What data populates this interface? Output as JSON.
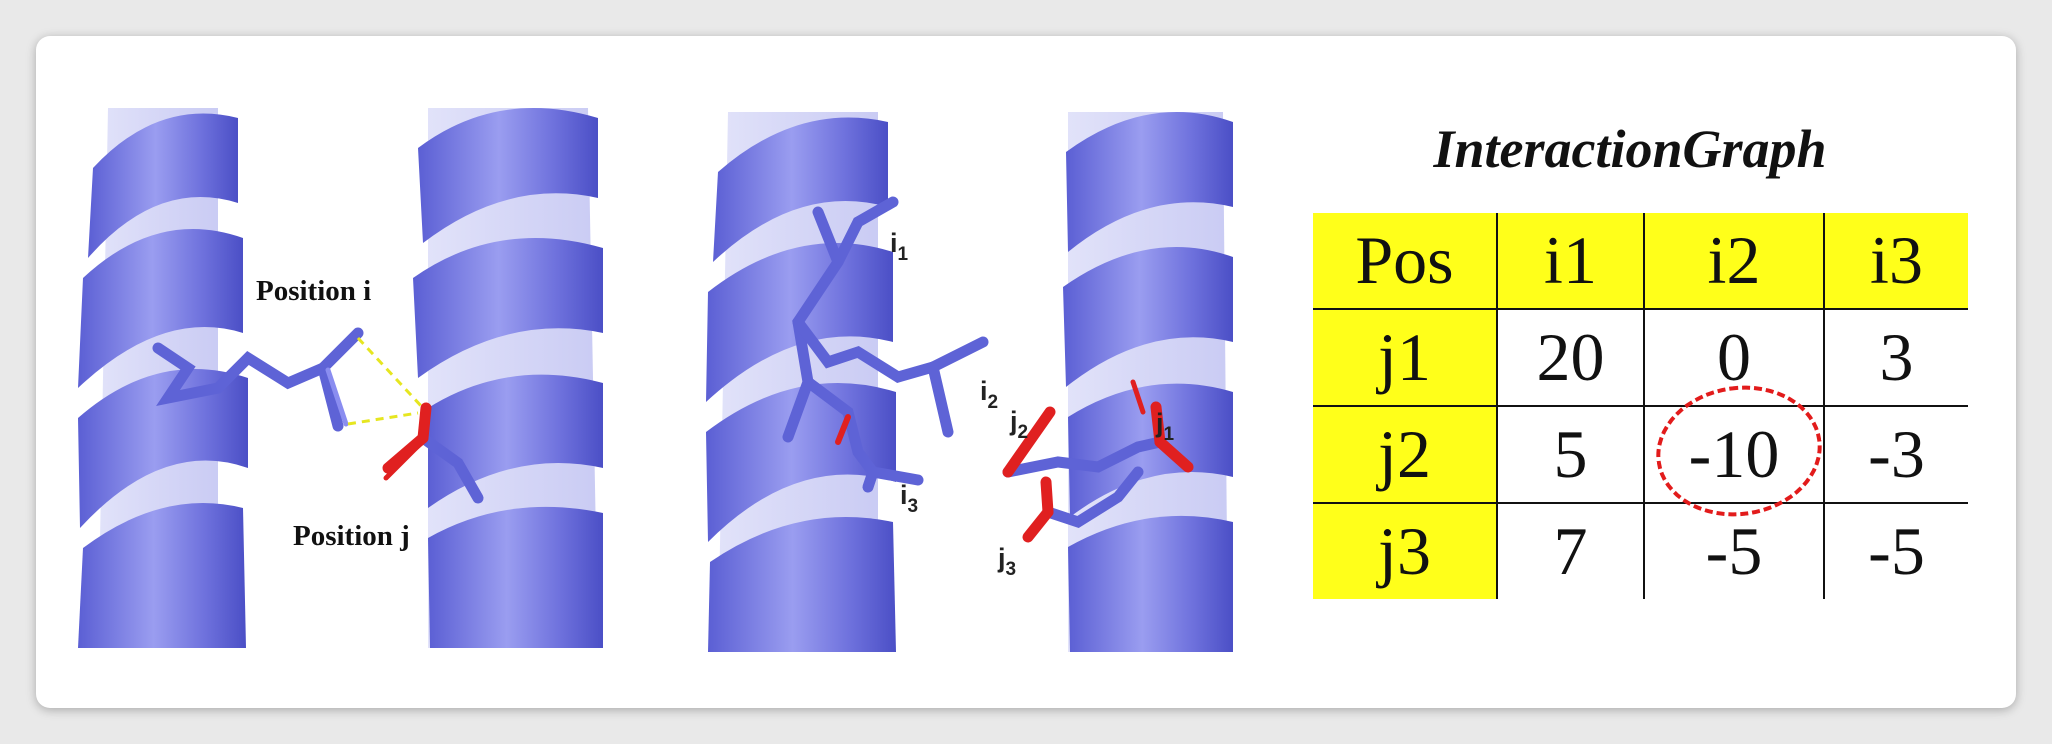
{
  "left_panel": {
    "label_i": "Position  i",
    "label_j": "Position  j"
  },
  "middle_panel": {
    "labels": [
      {
        "base": "i",
        "sub": "1"
      },
      {
        "base": "i",
        "sub": "2"
      },
      {
        "base": "i",
        "sub": "3"
      },
      {
        "base": "j",
        "sub": "1"
      },
      {
        "base": "j",
        "sub": "2"
      },
      {
        "base": "j",
        "sub": "3"
      }
    ]
  },
  "graph": {
    "title": "InteractionGraph",
    "header": [
      "Pos",
      "i1",
      "i2",
      "i3"
    ],
    "rows": [
      {
        "pos": "j1",
        "values": [
          "20",
          "0",
          "3"
        ]
      },
      {
        "pos": "j2",
        "values": [
          "5",
          "-10",
          "-3"
        ]
      },
      {
        "pos": "j3",
        "values": [
          "7",
          "-5",
          "-5"
        ]
      }
    ],
    "highlight": {
      "row": "j2",
      "col": "i2"
    }
  },
  "colors": {
    "helix": "#6f72dd",
    "helix_light": "#b5b7f2",
    "stick": "#5e63d6",
    "oxygen": "#e02020",
    "hbond": "#e6e620",
    "header_bg": "#ffff1a",
    "highlight": "#e21b1b"
  }
}
